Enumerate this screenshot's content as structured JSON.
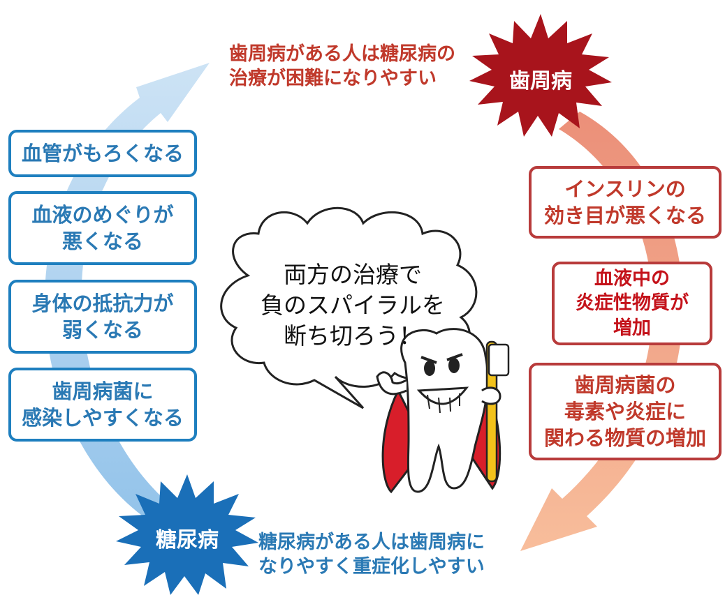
{
  "top_caption": "歯周病がある人は糖尿病の\n治療が困難になりやすい",
  "bottom_caption": "糖尿病がある人は歯周病に\nなりやすく重症化しやすい",
  "perio_burst": {
    "label": "歯周病",
    "color": "#a8141c"
  },
  "diabetes_burst": {
    "label": "糖尿病",
    "color": "#1a6fb8"
  },
  "left_boxes": [
    "血管がもろくなる",
    "血液のめぐりが\n悪くなる",
    "身体の抵抗力が\n弱くなる",
    "歯周病菌に\n感染しやすくなる"
  ],
  "right_boxes": [
    "インスリンの\n効き目が悪くなる",
    "血液中の\n炎症性物質が\n増加",
    "歯周病菌の\n毒素や炎症に\n関わる物質の増加"
  ],
  "speech_bubble": "両方の治療で\n負のスパイラルを\n断ち切ろう！",
  "colors": {
    "blue_arrow": "#9cc9ec",
    "red_arrow": "#f2a07e",
    "blue_border": "#1e7fbf",
    "red_border": "#b83b3b"
  }
}
